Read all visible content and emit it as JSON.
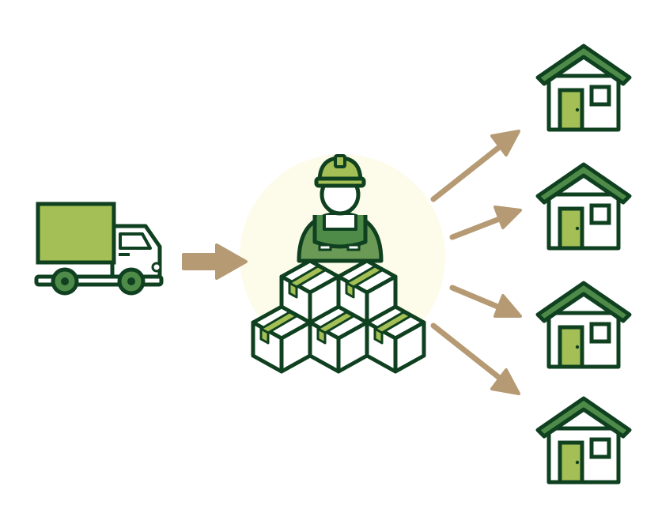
{
  "colors": {
    "outline": "#0f4020",
    "dark_green": "#4e8a48",
    "mid_green": "#6a9a55",
    "light_green": "#a3bf55",
    "arrow": "#b59a74",
    "hub_circle": "#fdfbea",
    "white": "#ffffff"
  },
  "nodes": {
    "source": {
      "icon": "delivery-truck-icon"
    },
    "hub": {
      "icon": "warehouse-worker-with-boxes-icon"
    },
    "destinations": [
      {
        "icon": "house-icon"
      },
      {
        "icon": "house-icon"
      },
      {
        "icon": "house-icon"
      },
      {
        "icon": "house-icon"
      }
    ]
  },
  "flows": [
    {
      "from": "source",
      "to": "hub",
      "style": "block-arrow"
    },
    {
      "from": "hub",
      "to": "destination-1",
      "style": "line-arrow"
    },
    {
      "from": "hub",
      "to": "destination-2",
      "style": "line-arrow"
    },
    {
      "from": "hub",
      "to": "destination-3",
      "style": "line-arrow"
    },
    {
      "from": "hub",
      "to": "destination-4",
      "style": "line-arrow"
    }
  ]
}
